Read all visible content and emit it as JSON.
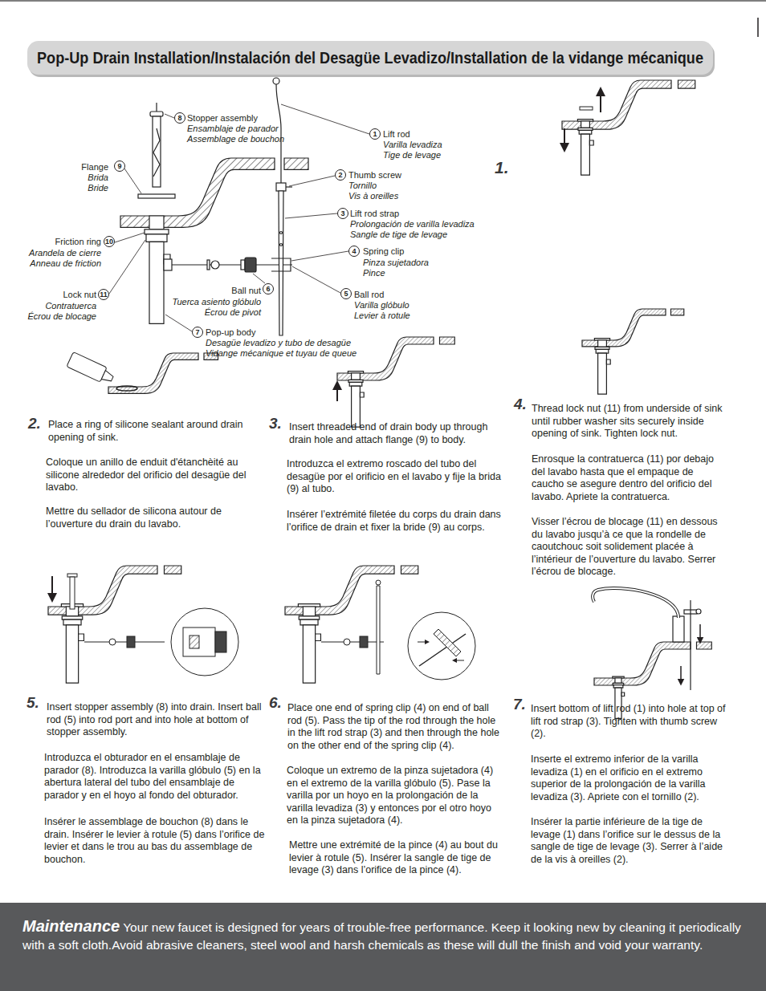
{
  "diagram": {
    "title": "Pop-Up Drain Installation/Instalación del Desagüe Levadizo/Installation de la vidange mécanique",
    "nodes": [
      {
        "text": [
          "Maintenance",
          "Your new faucet is designed for years of trouble-free performance. Keep it looking new by cleaning it periodically with a soft cloth.Avoid abrasive cleaners, steel wool and harsh chemicals as these will dull the finish and void your warranty."
        ]
      }
    ],
    "labels": [
      "8",
      "Stopper assembly",
      "Ensamblaje de parador",
      "Assemblage de bouchon",
      "1",
      "Lift rod",
      "Varilla levadiza",
      "Tige de levage",
      "Flange",
      "9",
      "Brida",
      "Bride",
      "2",
      "Thumb screw",
      "Tornillo",
      "Vis à oreilles",
      "3",
      "Lift rod strap",
      "Prolongación de varilla levadiza",
      "Sangle de tige de levage",
      "Friction ring",
      "10",
      "Arandela de cierre",
      "Anneau de friction",
      "4",
      "Spring clip",
      "Pinza sujetadora",
      "Pince",
      "Lock nut",
      "11",
      "Contratuerca",
      "Écrou de blocage",
      "Ball nut",
      "6",
      "Tuerca asiento glóbulo",
      "Écrou de pivot",
      "5",
      "Ball rod",
      "Varilla glóbulo",
      "Levier à rotule",
      "7",
      "Pop-up body",
      "Desagüe levadizo y tubo de desagüe",
      "Vidange mécanique et tuyau de queue",
      "1.",
      "2.",
      "Place a ring of silicone sealant around drain opening of sink.",
      "Coloque un anillo de enduit d'étanchèité au silicone alrededor del orificio del desagüe del lavabo.",
      "Mettre du sellador de silicona autour de l’ouverture du drain du lavabo.",
      "3.",
      "Insert threaded end of drain body up through drain hole and attach flange (9) to body.",
      "Introduzca el extremo roscado del tubo del desagüe por el orificio en el lavabo y fije la brida (9) al tubo.",
      "Insérer l’extrémité filetée du corps du drain dans l’orifice de drain et fixer la bride (9) au corps.",
      "4.",
      "Thread lock nut (11) from underside of sink until rubber washer sits securely inside opening of sink. Tighten lock nut.",
      "Enrosque la contratuerca (11) por debajo del lavabo hasta que el empaque de caucho se asegure dentro del orificio del lavabo. Apriete la contratuerca.",
      "Visser l’écrou de blocage (11) en dessous du lavabo jusqu’à ce que la rondelle de caoutchouc soit solidement placée à l’intérieur de l’ouverture du lavabo. Serrer l’écrou de blocage.",
      "5.",
      "Insert stopper assembly (8) into drain. Insert ball rod (5) into rod port and into hole at bottom of stopper assembly.",
      "Introduzca el obturador en el ensamblaje de parador (8). Introduzca la varilla glóbulo (5) en la abertura lateral del tubo del ensamblaje de parador y en el hoyo al fondo del obturador.",
      "Insérer le assemblage de bouchon (8) dans le drain. Insérer le levier à rotule (5) dans l’orifice de levier et dans le trou au bas du assemblage de bouchon.",
      "6.",
      "Place one end of spring clip (4) on end of ball rod (5). Pass the tip of the rod through the hole in the lift rod strap (3) and then through the hole on the other end of the spring clip (4).",
      "Coloque un extremo de la pinza sujetadora (4) en el extremo de la varilla glóbulo (5). Pase la varilla por un hoyo en la prolongación de la varilla levadiza (3) y entonces por el otro hoyo en la pinza sujetadora (4).",
      "Mettre une extrémité de la pince (4) au bout du levier à rotule (5). Insérer la sangle de tige de levage (3) dans l’orifice de la pince (4).",
      "7.",
      "Insert bottom of lift rod (1) into hole at top of lift rod strap (3). Tighten with thumb screw (2).",
      "Inserte el extremo inferior de la varilla levadiza (1) en el orificio en el extremo superior de la prolongación de la varilla levadiza (3). Apriete con el tornillo (2).",
      "Insérer la partie inférieure de la tige de levage (1) dans l’orifice sur le dessus de la sangle de tige de levage (3). Serrer à l’aide de la vis à oreilles (2)."
    ]
  }
}
